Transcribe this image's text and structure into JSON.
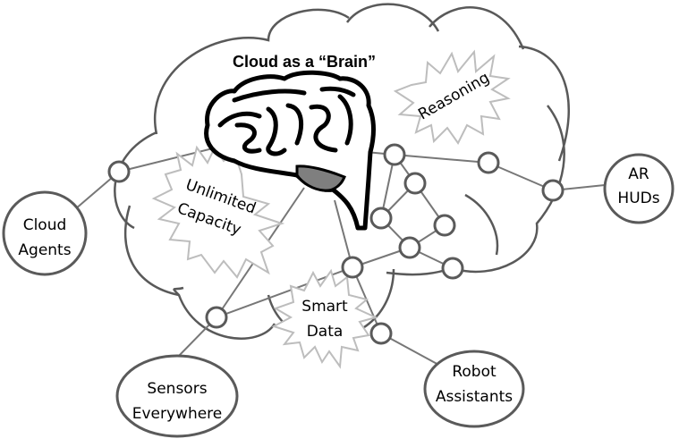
{
  "diagram": {
    "title": "Cloud as a “Brain”",
    "colors": {
      "cloud_stroke": "#595959",
      "edge": "#777777",
      "burst_stroke": "#bdbdbd",
      "cerebellum": "#7f7f7f"
    },
    "bursts": {
      "reasoning": "Reasoning",
      "unlimited_line1": "Unlimited",
      "unlimited_line2": "Capacity",
      "smart_line1": "Smart",
      "smart_line2": "Data"
    },
    "external_nodes": {
      "cloud_agents": {
        "line1": "Cloud",
        "line2": "Agents"
      },
      "ar_huds": {
        "line1": "AR",
        "line2": "HUDs"
      },
      "sensors": {
        "line1": "Sensors",
        "line2": "Everywhere"
      },
      "robots": {
        "line1": "Robot",
        "line2": "Assistants"
      }
    },
    "icons": {
      "brain": "brain-icon"
    }
  }
}
